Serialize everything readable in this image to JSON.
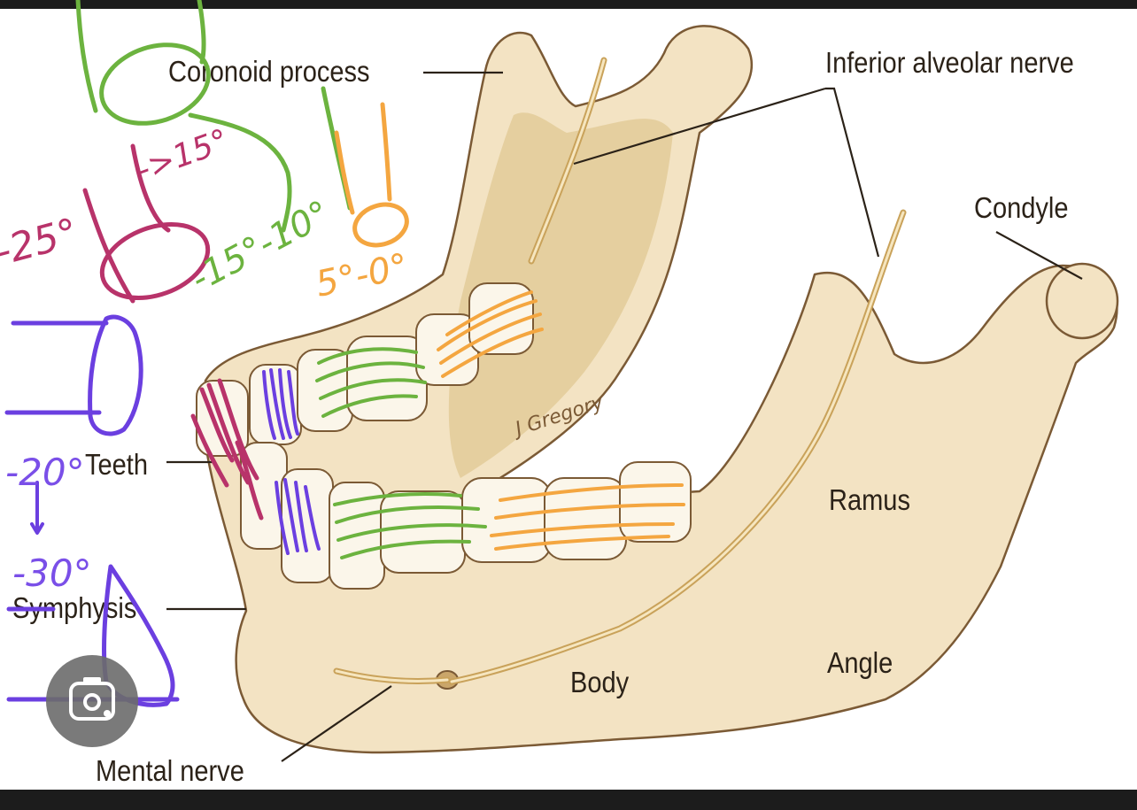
{
  "labels": {
    "coronoid": "Coronoid process",
    "inferior_alveolar": "Inferior alveolar nerve",
    "condyle": "Condyle",
    "teeth": "Teeth",
    "ramus": "Ramus",
    "symphysis": "Symphysis",
    "angle": "Angle",
    "body": "Body",
    "mental": "Mental nerve",
    "signature": "J Gregory"
  },
  "annotations": {
    "red_angle": "-25°",
    "red_arrow": "->15°",
    "green_angle": "-15°-10°",
    "orange_angle": "5°-0°",
    "purple_top": "-20°",
    "purple_bottom": "-30°"
  },
  "colors": {
    "ink_red": "#b8336a",
    "ink_green": "#6cb33f",
    "ink_orange": "#f4a640",
    "ink_purple": "#6b3fe0",
    "bone": "#f3e3c3",
    "outline": "#7b5a35"
  },
  "icons": {
    "lens_button": "camera-lens-icon"
  }
}
